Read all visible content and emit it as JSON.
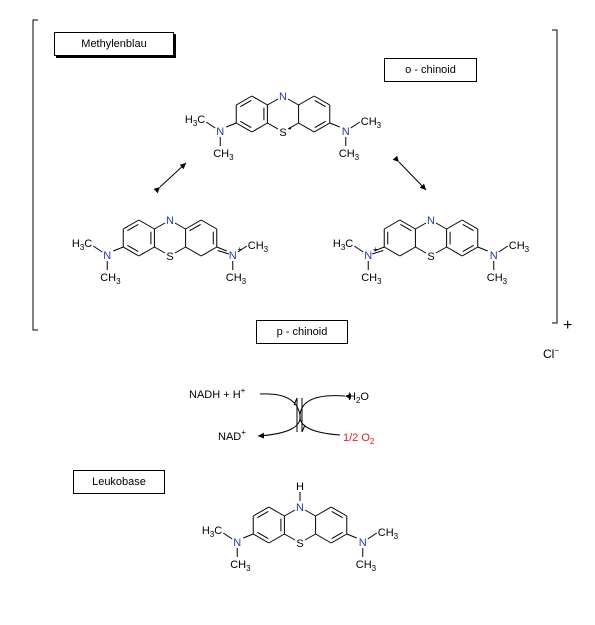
{
  "labels": {
    "methylenblau": "Methylenblau",
    "o_chinoid": "o - chinoid",
    "p_chinoid": "p - chinoid",
    "leukobase": "Leukobase"
  },
  "charge": {
    "plus": "+",
    "chloride": "Cl",
    "chloride_charge": "−"
  },
  "atoms": {
    "N": "N",
    "S": "S",
    "H": "H",
    "CH3_C": "C",
    "CH3_H": "H",
    "CH3_3": "3",
    "radical_dot": "•",
    "cation_plus": "+"
  },
  "redox": {
    "nadh": "NADH + H",
    "nadh_sup": "+",
    "nad": "NAD",
    "nad_sup": "+",
    "h2o": "H",
    "h2o_sub": "2",
    "h2o_O": "O",
    "o2_half": "1/2 O",
    "o2_sub": "2"
  },
  "colors": {
    "nitrogen": "#1c3fa8",
    "oxygen_red": "#e0201a",
    "bond": "#000000"
  }
}
